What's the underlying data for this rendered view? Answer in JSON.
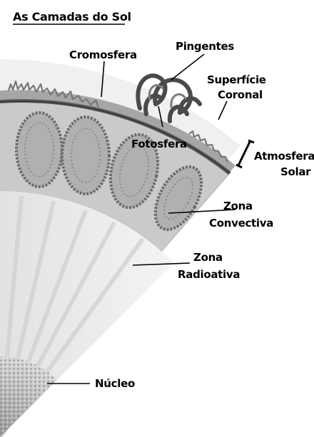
{
  "title": "As Camadas do Sol",
  "labels": {
    "cromosfera": "Cromosfera",
    "pingentes": "Pingentes",
    "superficie_1": "Superfície",
    "superficie_2": "Coronal",
    "fotosfera": "Fotosfera",
    "atmosfera_1": "Atmosfera",
    "atmosfera_2": "Solar",
    "zona_conv_1": "Zona",
    "zona_conv_2": "Convectiva",
    "zona_rad_1": "Zona",
    "zona_rad_2": "Radioativa",
    "nucleo": "Núcleo"
  },
  "colors": {
    "corona": "#f1f1f1",
    "chromosphere": "#8c8c8c",
    "photosphere_ring": "#555555",
    "convective": "#c9c9c9",
    "granules": "#6a6a6a",
    "radiative": "#ececec",
    "core": "#bdbdbd",
    "ink": "#000000"
  }
}
